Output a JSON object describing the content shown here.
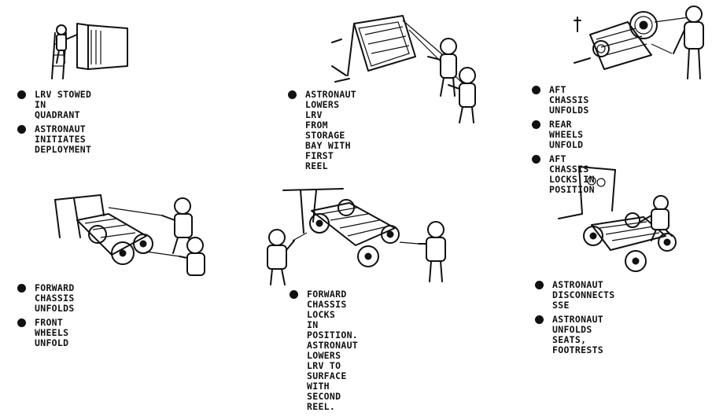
{
  "steps": [
    {
      "captions": [
        "LRV STOWED IN QUADRANT",
        "ASTRONAUT INITIATES\nDEPLOYMENT"
      ]
    },
    {
      "captions": [
        "ASTRONAUT LOWERS LRV\nFROM STORAGE BAY WITH\nFIRST REEL"
      ]
    },
    {
      "captions": [
        "AFT CHASSIS UNFOLDS",
        "REAR WHEELS UNFOLD",
        "AFT CHASSIS LOCKS IN\nPOSITION"
      ]
    },
    {
      "captions": [
        "FORWARD CHASSIS UNFOLDS",
        "FRONT WHEELS UNFOLD"
      ]
    },
    {
      "captions": [
        "FORWARD CHASSIS LOCKS\nIN POSITION. ASTRONAUT\nLOWERS LRV TO SURFACE\nWITH SECOND REEL."
      ]
    },
    {
      "captions": [
        "ASTRONAUT DISCONNECTS SSE",
        "ASTRONAUT UNFOLDS SEATS,\nFOOTRESTS"
      ]
    }
  ]
}
